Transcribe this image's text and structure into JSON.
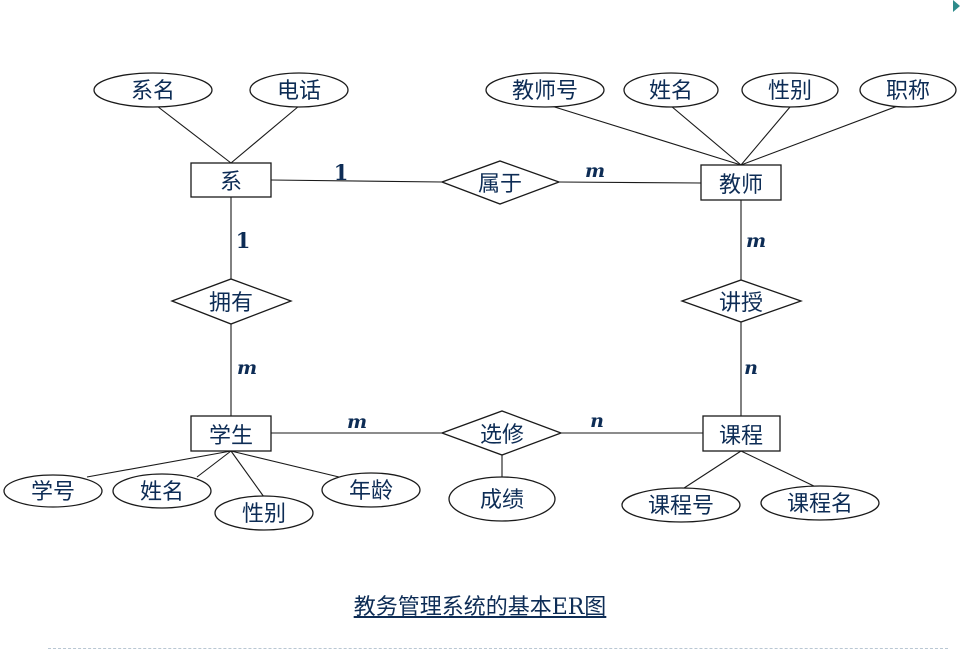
{
  "caption": "教务管理系统的基本ER图",
  "entities": {
    "department": "系",
    "teacher": "教师",
    "student": "学生",
    "course": "课程"
  },
  "relationships": {
    "belongs_to": "属于",
    "has": "拥有",
    "teaches": "讲授",
    "enrolls": "选修"
  },
  "attributes": {
    "department": [
      "系名",
      "电话"
    ],
    "teacher": [
      "教师号",
      "姓名",
      "性别",
      "职称"
    ],
    "student": [
      "学号",
      "姓名",
      "性别",
      "年龄"
    ],
    "course": [
      "课程号",
      "课程名"
    ],
    "enrolls": [
      "成绩"
    ]
  },
  "cardinalities": {
    "department_belongs_to": "1",
    "teacher_belongs_to": "m",
    "department_has": "1",
    "student_has": "m",
    "teacher_teaches": "m",
    "course_teaches": "n",
    "student_enrolls": "m",
    "course_enrolls": "n"
  }
}
